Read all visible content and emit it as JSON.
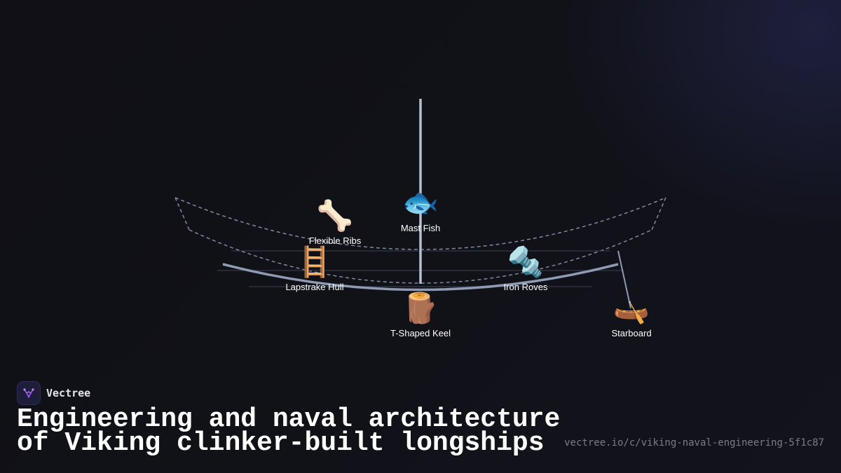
{
  "diagram": {
    "nodes": [
      {
        "id": "mast-fish",
        "label": "Mast Fish",
        "icon": "fish-icon",
        "emoji": "🐟"
      },
      {
        "id": "flexible-ribs",
        "label": "Flexible Ribs",
        "icon": "bone-icon",
        "emoji": "🦴"
      },
      {
        "id": "lapstrake-hull",
        "label": "Lapstrake Hull",
        "icon": "ladder-icon",
        "emoji": "🪜"
      },
      {
        "id": "iron-roves",
        "label": "Iron Roves",
        "icon": "nut-and-bolt-icon",
        "emoji": "🔩"
      },
      {
        "id": "t-shaped-keel",
        "label": "T-Shaped Keel",
        "icon": "wood-log-icon",
        "emoji": "🪵"
      },
      {
        "id": "starboard",
        "label": "Starboard",
        "icon": "canoe-icon",
        "emoji": "🛶"
      }
    ],
    "colors": {
      "hull_line": "#8f9bb3",
      "mast": "#b7c0cf",
      "dashed_outline": "#7f8aa1",
      "guide_line": "#3a4254"
    }
  },
  "brand": {
    "name": "Vectree",
    "logo_icon": "vectree-logo-icon",
    "logo_color": "#a855f7"
  },
  "title": {
    "line1": "Engineering and naval architecture",
    "line2": "of Viking clinker-built longships"
  },
  "url": "vectree.io/c/viking-naval-engineering-5f1c87"
}
